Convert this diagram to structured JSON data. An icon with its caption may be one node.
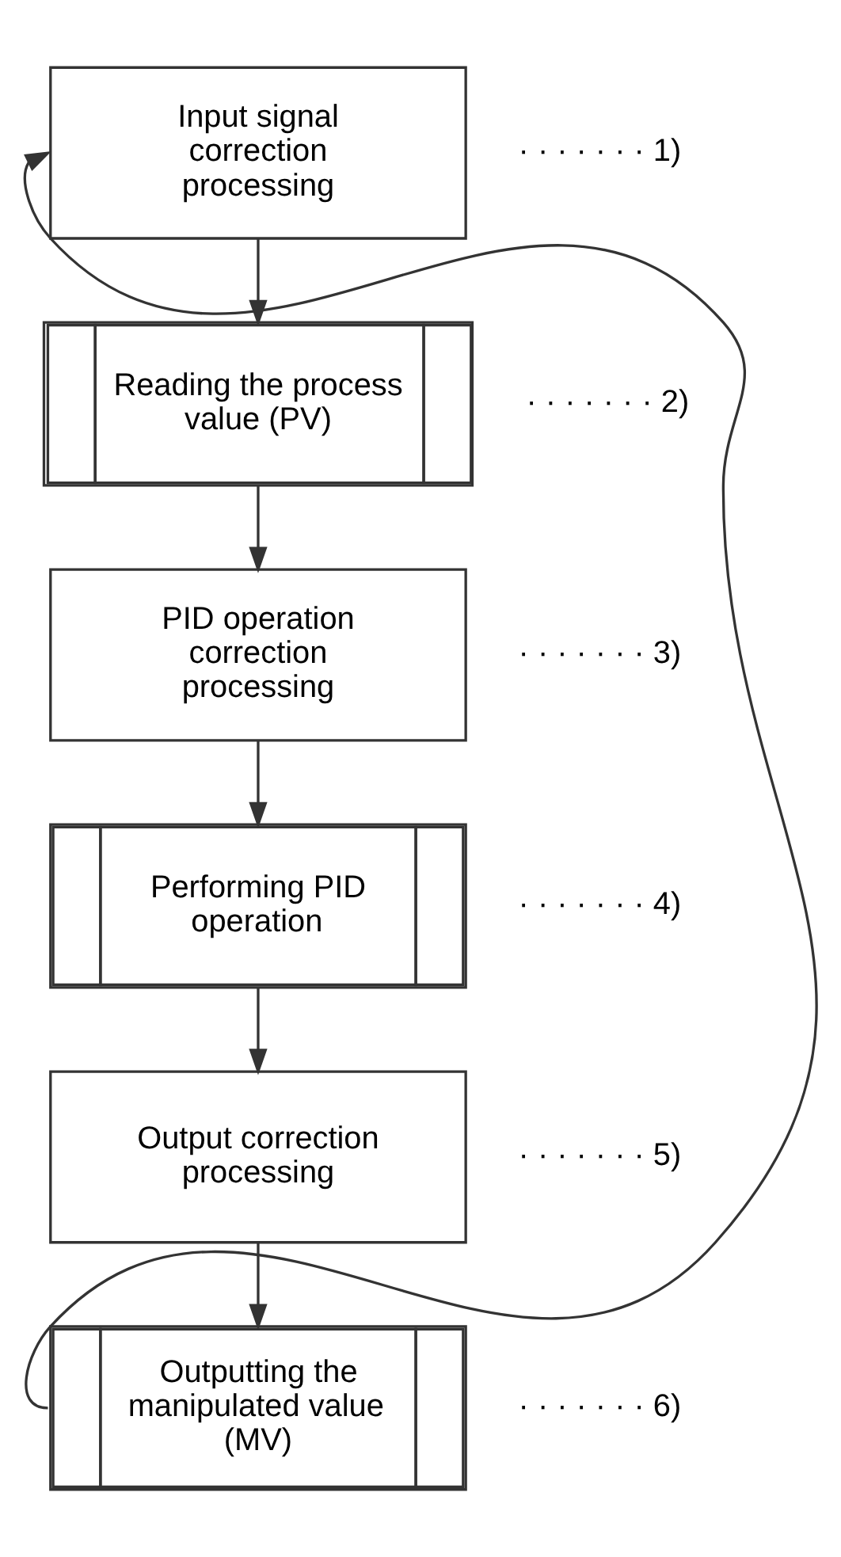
{
  "diagram": {
    "nodes": [
      {
        "text": [
          "Input signal correction processing"
        ],
        "beside": [
          "· · · · · · · 1)"
        ]
      },
      {
        "text": [
          "Reading the process value (PV)"
        ],
        "beside": [
          "· · · · · · · 2)"
        ]
      },
      {
        "text": [
          "PID operation correction processing"
        ],
        "beside": [
          "· · · · · · · 3)"
        ]
      },
      {
        "text": [
          "Performing PID operation"
        ],
        "beside": [
          "· · · · · · · 4)"
        ]
      },
      {
        "text": [
          "Output correction processing"
        ],
        "beside": [
          "· · · · · · · 5)"
        ]
      },
      {
        "text": [
          "Outputting the manipulated value (MV)"
        ],
        "beside": [
          "· · · · · · · 6)"
        ]
      }
    ],
    "edges": [
      {
        "from": 0,
        "to": 1,
        "arrow": "to"
      },
      {
        "from": 1,
        "to": 2,
        "arrow": "to"
      },
      {
        "from": 2,
        "to": 3,
        "arrow": "to"
      },
      {
        "from": 3,
        "to": 4,
        "arrow": "to"
      },
      {
        "from": 4,
        "to": 5,
        "arrow": "to"
      },
      {
        "from": 5,
        "to": 0,
        "arrow": "to"
      }
    ]
  }
}
